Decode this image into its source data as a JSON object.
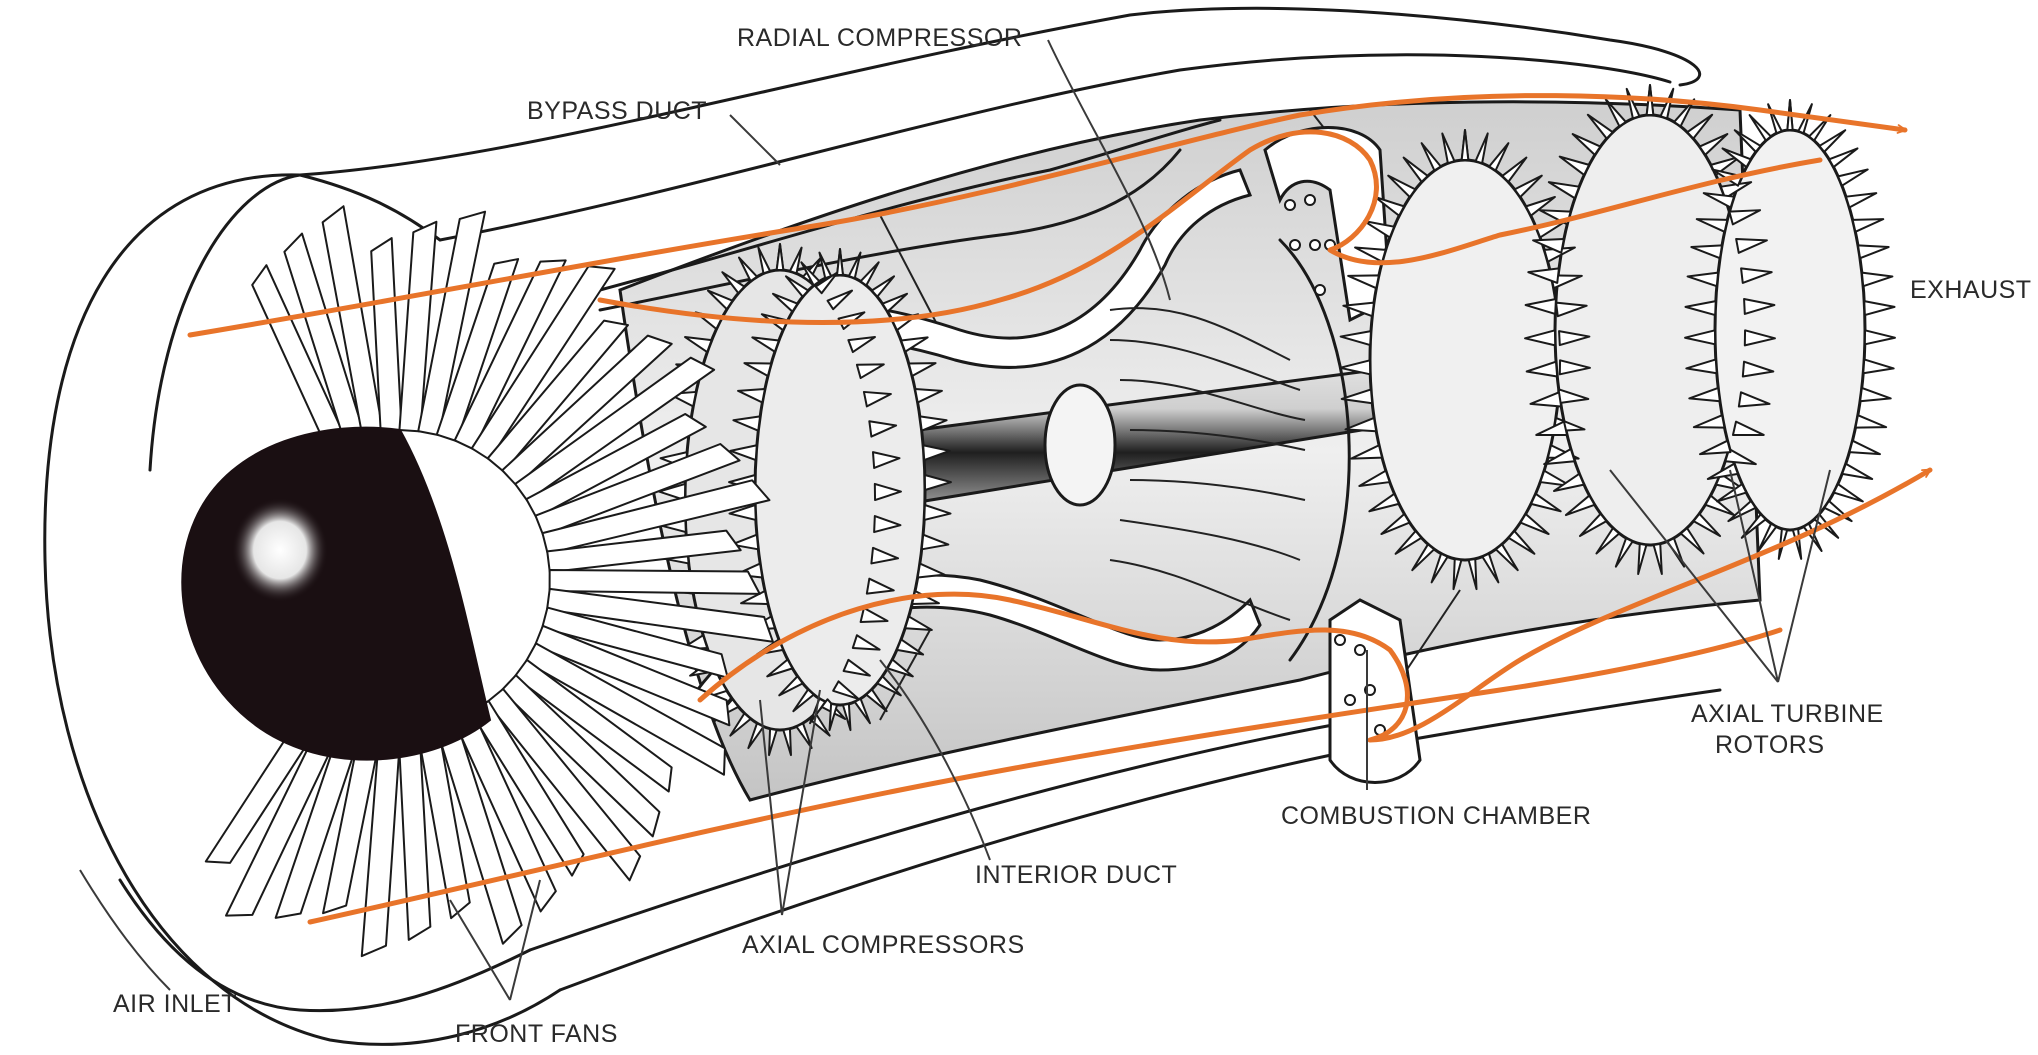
{
  "diagram": {
    "subject": "Turbofan jet engine cutaway",
    "flow_color": "#e8742a",
    "labels": {
      "radial_compressor": "RADIAL COMPRESSOR",
      "bypass_duct": "BYPASS DUCT",
      "exhaust": "EXHAUST",
      "axial_turbine_rotors_line1": "AXIAL TURBINE",
      "axial_turbine_rotors_line2": "ROTORS",
      "combustion_chamber": "COMBUSTION CHAMBER",
      "interior_duct": "INTERIOR DUCT",
      "axial_compressors": "AXIAL COMPRESSORS",
      "air_inlet": "AIR INLET",
      "front_fans": "FRONT FANS"
    }
  }
}
